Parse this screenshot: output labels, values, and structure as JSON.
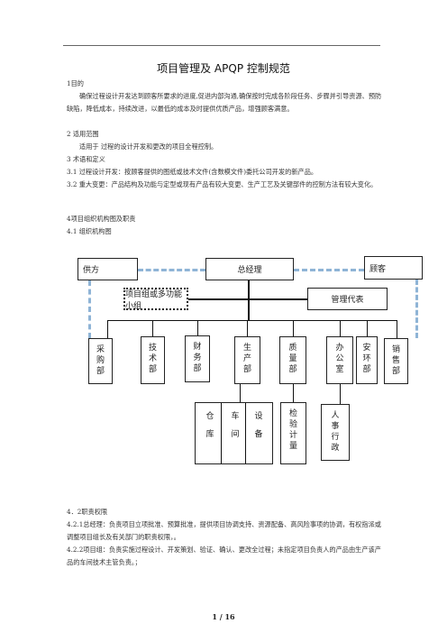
{
  "document": {
    "title": "项目管理及 APQP 控制规范",
    "paragraphs": [
      "1目的",
      "确保过程设计开发达到顾客所要求的进度,促进内部沟通,确保按时完成各阶段任务、步骤并引导资源、预防缺陷，降低成本，持续改进，以最低的成本及时提供优质产品，增强顾客满意。",
      "2   适用范围",
      "适用于 过程的设计开发和更改的项目全程控制。",
      "3 术语和定义",
      "3.1 过程设计开发：按顾客提供的图纸或技术文件(含数模文件)委托公司开发的新产品。",
      "3.2 重大变更：产品结构及功能与定型或现有产品有较大变更、生产工艺及关键部件的控制方法有较大变化。",
      "4项目组织机构图及职责",
      "4.1 组织机构图",
      "4．2职责权限",
      "4.2.1总经理：负责项目立项批准、预算批准，提供项目协调支持、资源配备、高风险事项的协调，有权指派或调整项目组长及有关部门的职责权限，。",
      "4.2.2项目组：负责实施过程设计、开发策划、验证、确认、更改全过程；未指定项目负责人的产品由生产该产品的车间技术主管负责。；"
    ]
  },
  "org_chart": {
    "supplier": "供方",
    "gm": "总经理",
    "customer": "顾客",
    "project_team": "项目组或多功能小组",
    "mgmt_rep": "管理代表",
    "departments": [
      {
        "name": "采购部",
        "chars": [
          "采",
          "购",
          "部"
        ]
      },
      {
        "name": "技术部",
        "chars": [
          "技",
          "术",
          "部"
        ]
      },
      {
        "name": "财务部",
        "chars": [
          "财",
          "务",
          "部"
        ]
      },
      {
        "name": "生产部",
        "chars": [
          "生",
          "产",
          "部"
        ]
      },
      {
        "name": "质量部",
        "chars": [
          "质",
          "量",
          "部"
        ]
      },
      {
        "name": "办公室",
        "chars": [
          "办",
          "公",
          "室"
        ]
      },
      {
        "name": "安环部",
        "chars": [
          "安",
          "环",
          "部"
        ]
      },
      {
        "name": "销售部",
        "chars": [
          "销",
          "售",
          "部"
        ]
      }
    ],
    "sub_units": {
      "warehouse": [
        "仓",
        "库"
      ],
      "workshop": [
        "车",
        "间"
      ],
      "equipment": [
        "设",
        "备"
      ],
      "inspection": [
        "检",
        "验",
        "计",
        "量"
      ],
      "hr_admin": [
        "人",
        "事",
        "行",
        "政"
      ]
    }
  },
  "footer": {
    "page": "1  /  16"
  },
  "colors": {
    "dashed_line": "#8fb4d6",
    "box_border": "#222222"
  }
}
